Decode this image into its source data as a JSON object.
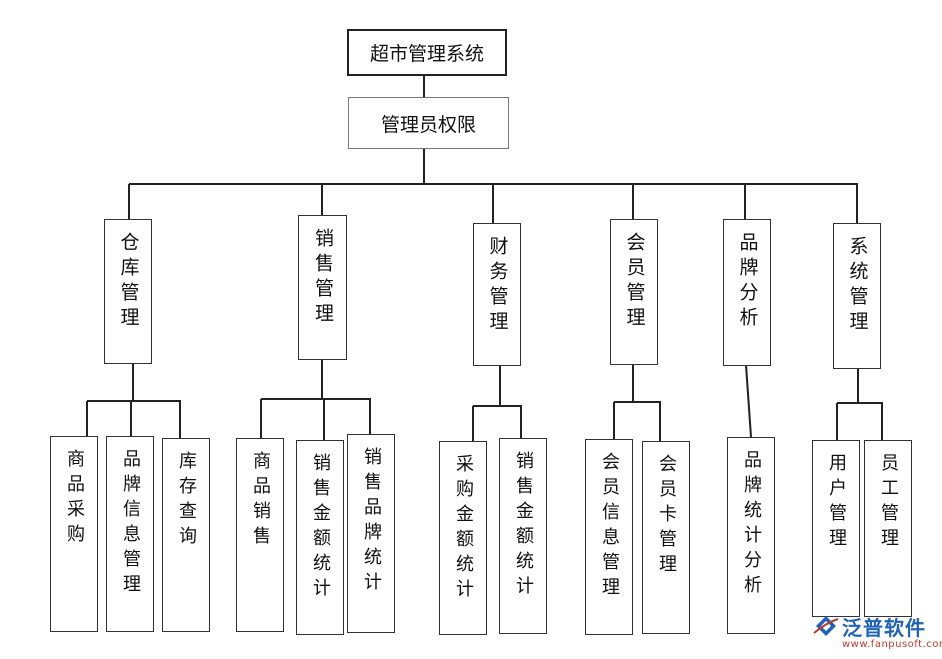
{
  "title": "超市管理系统",
  "role": "管理员权限",
  "modules": [
    {
      "label": "仓库管理",
      "children": [
        "商品采购",
        "品牌信息管理",
        "库存查询"
      ]
    },
    {
      "label": "销售管理",
      "children": [
        "商品销售",
        "销售金额统计",
        "销售品牌统计"
      ]
    },
    {
      "label": "财务管理",
      "children": [
        "采购金额统计",
        "销售金额统计"
      ]
    },
    {
      "label": "会员管理",
      "children": [
        "会员信息管理",
        "会员卡管理"
      ]
    },
    {
      "label": "品牌分析",
      "children": [
        "品牌统计分析"
      ]
    },
    {
      "label": "系统管理",
      "children": [
        "用户管理",
        "员工管理"
      ]
    }
  ],
  "watermark": {
    "brand": "泛普软件",
    "url": "www.fanpusoft.com"
  }
}
